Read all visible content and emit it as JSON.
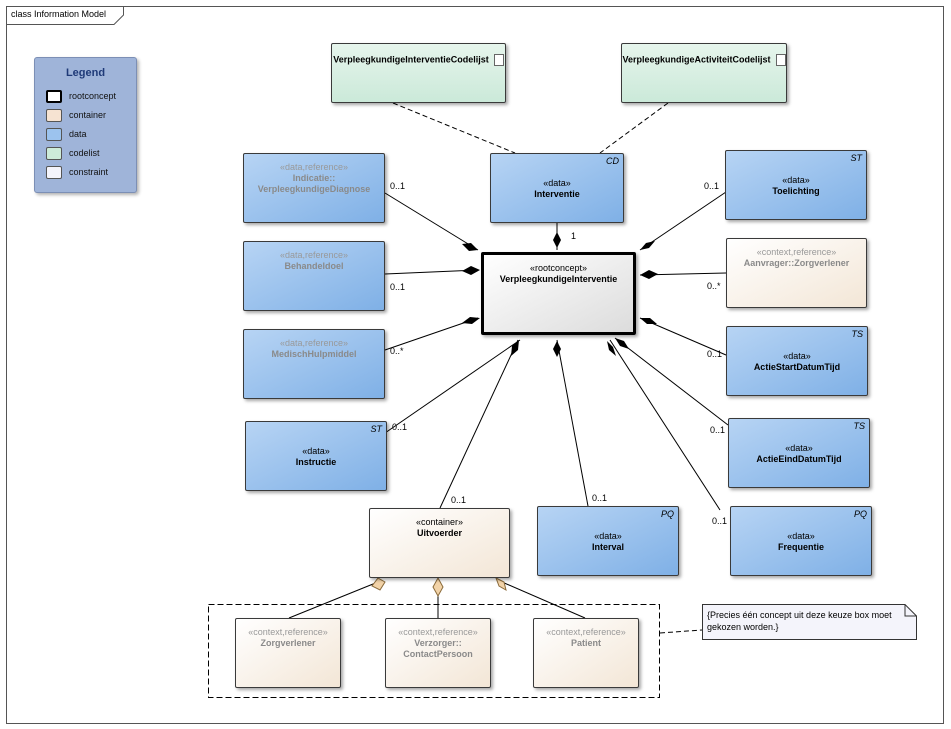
{
  "frame": {
    "title": "class Information Model"
  },
  "legend": {
    "title": "Legend",
    "items": [
      {
        "label": "rootconcept",
        "color": "#ffffff",
        "bold": true
      },
      {
        "label": "container",
        "color": "#f6e3d2"
      },
      {
        "label": "data",
        "color": "#9cc3ee"
      },
      {
        "label": "codelist",
        "color": "#cdebd9"
      },
      {
        "label": "constraint",
        "color": "#f4f4fb"
      }
    ]
  },
  "codelists": {
    "interventie": {
      "name": "VerpleegkundigeInterventieCodelijst",
      "icon": "codelist-icon"
    },
    "activiteit": {
      "name": "VerpleegkundigeActiviteitCodelijst",
      "icon": "codelist-icon"
    }
  },
  "root": {
    "stereotype": "«rootconcept»",
    "name": "VerpleegkundigeInterventie"
  },
  "nodes": {
    "interventie": {
      "stereotype": "«data»",
      "name": "Interventie",
      "type": "CD",
      "mult": "1"
    },
    "indicatie": {
      "stereotype": "«data,reference»",
      "name1": "Indicatie::",
      "name2": "VerpleegkundigeDiagnose",
      "mult": "0..1"
    },
    "behandeldoel": {
      "stereotype": "«data,reference»",
      "name": "Behandeldoel",
      "mult": "0..1"
    },
    "medisch": {
      "stereotype": "«data,reference»",
      "name": "MedischHulpmiddel",
      "mult": "0..*"
    },
    "instructie": {
      "stereotype": "«data»",
      "name": "Instructie",
      "type": "ST",
      "mult": "0..1"
    },
    "uitvoerder": {
      "stereotype": "«container»",
      "name": "Uitvoerder",
      "mult": "0..1"
    },
    "interval": {
      "stereotype": "«data»",
      "name": "Interval",
      "type": "PQ",
      "mult": "0..1"
    },
    "frequentie": {
      "stereotype": "«data»",
      "name": "Frequentie",
      "type": "PQ",
      "mult": "0..1"
    },
    "eind": {
      "stereotype": "«data»",
      "name": "ActieEindDatumTijd",
      "type": "TS",
      "mult": "0..1"
    },
    "start": {
      "stereotype": "«data»",
      "name": "ActieStartDatumTijd",
      "type": "TS",
      "mult": "0..1"
    },
    "aanvrager": {
      "stereotype": "«context,reference»",
      "name": "Aanvrager::Zorgverlener",
      "mult": "0..*"
    },
    "toelichting": {
      "stereotype": "«data»",
      "name": "Toelichting",
      "type": "ST",
      "mult": "0..1"
    },
    "zorgverlener": {
      "stereotype": "«context,reference»",
      "name": "Zorgverlener"
    },
    "verzorger": {
      "stereotype": "«context,reference»",
      "name1": "Verzorger::",
      "name2": "ContactPersoon"
    },
    "patient": {
      "stereotype": "«context,reference»",
      "name": "Patient"
    }
  },
  "note": {
    "text": "{Precies één concept uit deze keuze box moet gekozen worden.}"
  }
}
